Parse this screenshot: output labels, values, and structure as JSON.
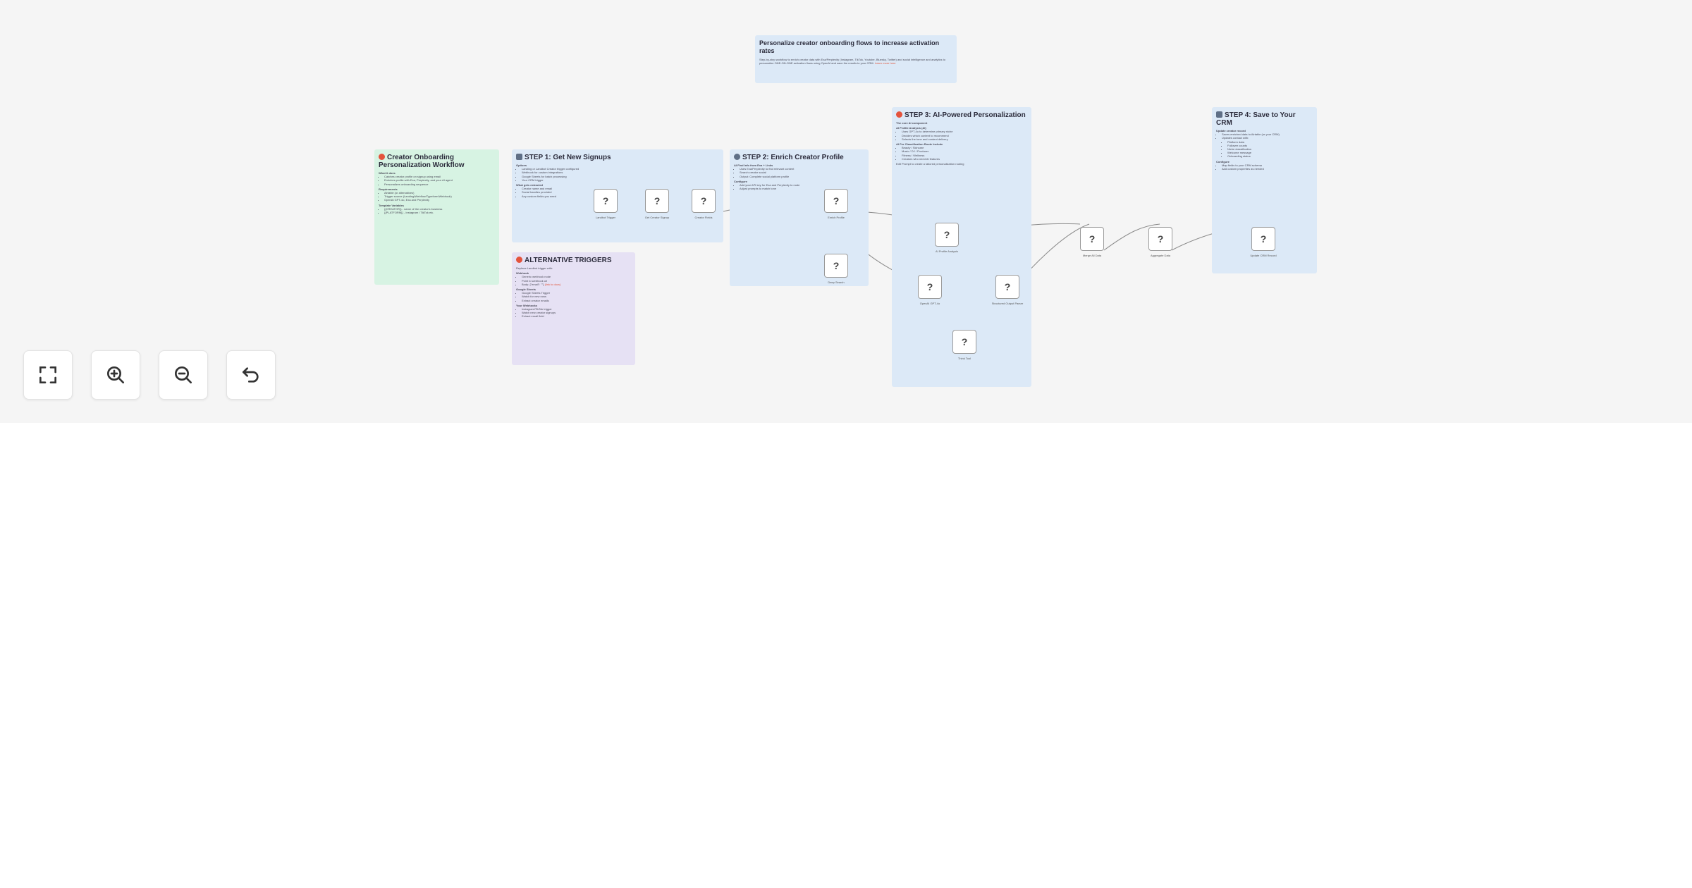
{
  "title_note": {
    "title": "Personalize creator onboarding flows to increase activation rates",
    "body": "Step-by-step workflow to enrich creator data with Exa/Perplexity (Instagram, TikTok, Youtube, Bluesky, Twitter) and social intelligence and analytics to personalize ONE-ON-ONE activation flows using OpenAI and save the results to your CRM.",
    "link": "Learn more here"
  },
  "colors": {
    "note_blue": "#dce9f7",
    "note_green": "#d7f3e3",
    "note_purple": "#e6e1f4",
    "link_red": "#e0553b",
    "emoji_red": "#e4533c"
  },
  "workflow_note": {
    "title": "Creator Onboarding Personalization Workflow",
    "sections": [
      {
        "heading": "What it does",
        "items": [
          "Catches creator profile on signup using email",
          "Enriches profile with Exa, Perplexity, and your AI agent",
          "Personalizes onboarding sequence"
        ]
      },
      {
        "heading": "Requirements",
        "items": [
          "Airtable (or alternatives)",
          "Trigger source (Landing/Webflow/Typeform/Webhook)",
          "OpenAI GPT-4o, Exa and Perplexity"
        ]
      },
      {
        "heading": "Template Variables",
        "items": [
          "{{CREATOR}} - name of the creator's business",
          "{{PLATFORM}} - Instagram / TikTok etc."
        ]
      }
    ]
  },
  "step1": {
    "title": "STEP 1: Get New Signups",
    "sections": [
      {
        "heading": "Options",
        "items": [
          "Landing or Landbot Creator trigger configured",
          "Webhook for custom integrations",
          "Google Sheets for batch processing",
          "Your CRM trigger"
        ]
      },
      {
        "heading": "What gets extracted",
        "items": [
          "Creator name and email",
          "Social handles provided",
          "Any custom fields you need"
        ]
      }
    ]
  },
  "alt_triggers": {
    "title": "ALTERNATIVE TRIGGERS",
    "intro": "Replace Landbot trigger with:",
    "sections": [
      {
        "heading": "Webhook",
        "items": [
          "Generic webhook node",
          "Point to webhook url",
          "Body: {\"email\": \"\"}"
        ]
      },
      {
        "heading": "Google Sheets",
        "items": [
          "Google Sheets Trigger",
          "Watch for new rows",
          "Extract creator emails"
        ]
      },
      {
        "heading": "Your Webhooks",
        "items": [
          "Instagram/TikTok trigger",
          "Watch new creator signups",
          "Extract email field"
        ]
      }
    ],
    "link": "(link to docs)"
  },
  "step2": {
    "title": "STEP 2: Enrich Creator Profile",
    "sections": [
      {
        "heading": "AI Find Info from Exa + Links",
        "items": [
          "Uses Exa/Perplexity to find relevant content",
          "Search creator social",
          "Output: Complete social platform profile"
        ]
      },
      {
        "heading": "Configure",
        "items": [
          "Add your API key for Exa and Perplexity to node",
          "Adjust prompts to match tone"
        ]
      }
    ]
  },
  "step3": {
    "title": "STEP 3: AI-Powered Personalization",
    "intro": "The core AI component",
    "sections": [
      {
        "heading": "AI Profile Analysis (AI)",
        "items": [
          "Uses GPT-4o to determine primary niche",
          "Decides which content to recommend",
          "Selects the tone and content delivery"
        ]
      },
      {
        "heading": "AI Per Classification Route Include",
        "items": [
          "Beauty / Skincare",
          "Music / DJ / Producer",
          "Fitness / Wellness",
          "Creators who need AI features"
        ]
      }
    ],
    "footer": "Edit Prompt to create a tailored personalization routing"
  },
  "step4": {
    "title": "STEP 4: Save to Your CRM",
    "intro": "Update creator record",
    "sections": [
      {
        "heading": "",
        "items": [
          "Saves enriched data to Airtable (or your CRM)",
          "Updates contact with:"
        ]
      },
      {
        "heading": "",
        "items": [
          "Platform data",
          "Follower counts",
          "Niche classification",
          "Welcome message",
          "Onboarding status"
        ]
      },
      {
        "heading": "Configure",
        "items": [
          "Map fields to your CRM schema",
          "Add custom properties as needed"
        ]
      }
    ]
  },
  "nodes": [
    {
      "name": "landbot-trigger",
      "label": "Landbot Trigger",
      "glyph": "?"
    },
    {
      "name": "set-creator-signup",
      "label": "Get Creator Signup",
      "glyph": "?"
    },
    {
      "name": "creator-fields",
      "label": "Creator Fields",
      "glyph": "?"
    },
    {
      "name": "enrich-profile",
      "label": "Enrich Profile",
      "glyph": "?"
    },
    {
      "name": "deep-search",
      "label": "Deep Search",
      "glyph": "?"
    },
    {
      "name": "ai-profile-analysis",
      "label": "AI Profile Analysis",
      "glyph": "?"
    },
    {
      "name": "openai-gpt",
      "label": "OpenAI GPT-4o",
      "glyph": "?"
    },
    {
      "name": "structured-output",
      "label": "Structured Output Parser",
      "glyph": "?"
    },
    {
      "name": "think-tool",
      "label": "Think Tool",
      "glyph": "?"
    },
    {
      "name": "merge-all",
      "label": "Merge All Data",
      "glyph": "?"
    },
    {
      "name": "aggregate",
      "label": "Aggregate Data",
      "glyph": "?"
    },
    {
      "name": "update-crm",
      "label": "Update CRM Record",
      "glyph": "?"
    }
  ],
  "controls": {
    "fit": "fit-view-icon",
    "zoom_in": "zoom-in-icon",
    "zoom_out": "zoom-out-icon",
    "undo": "undo-icon"
  }
}
